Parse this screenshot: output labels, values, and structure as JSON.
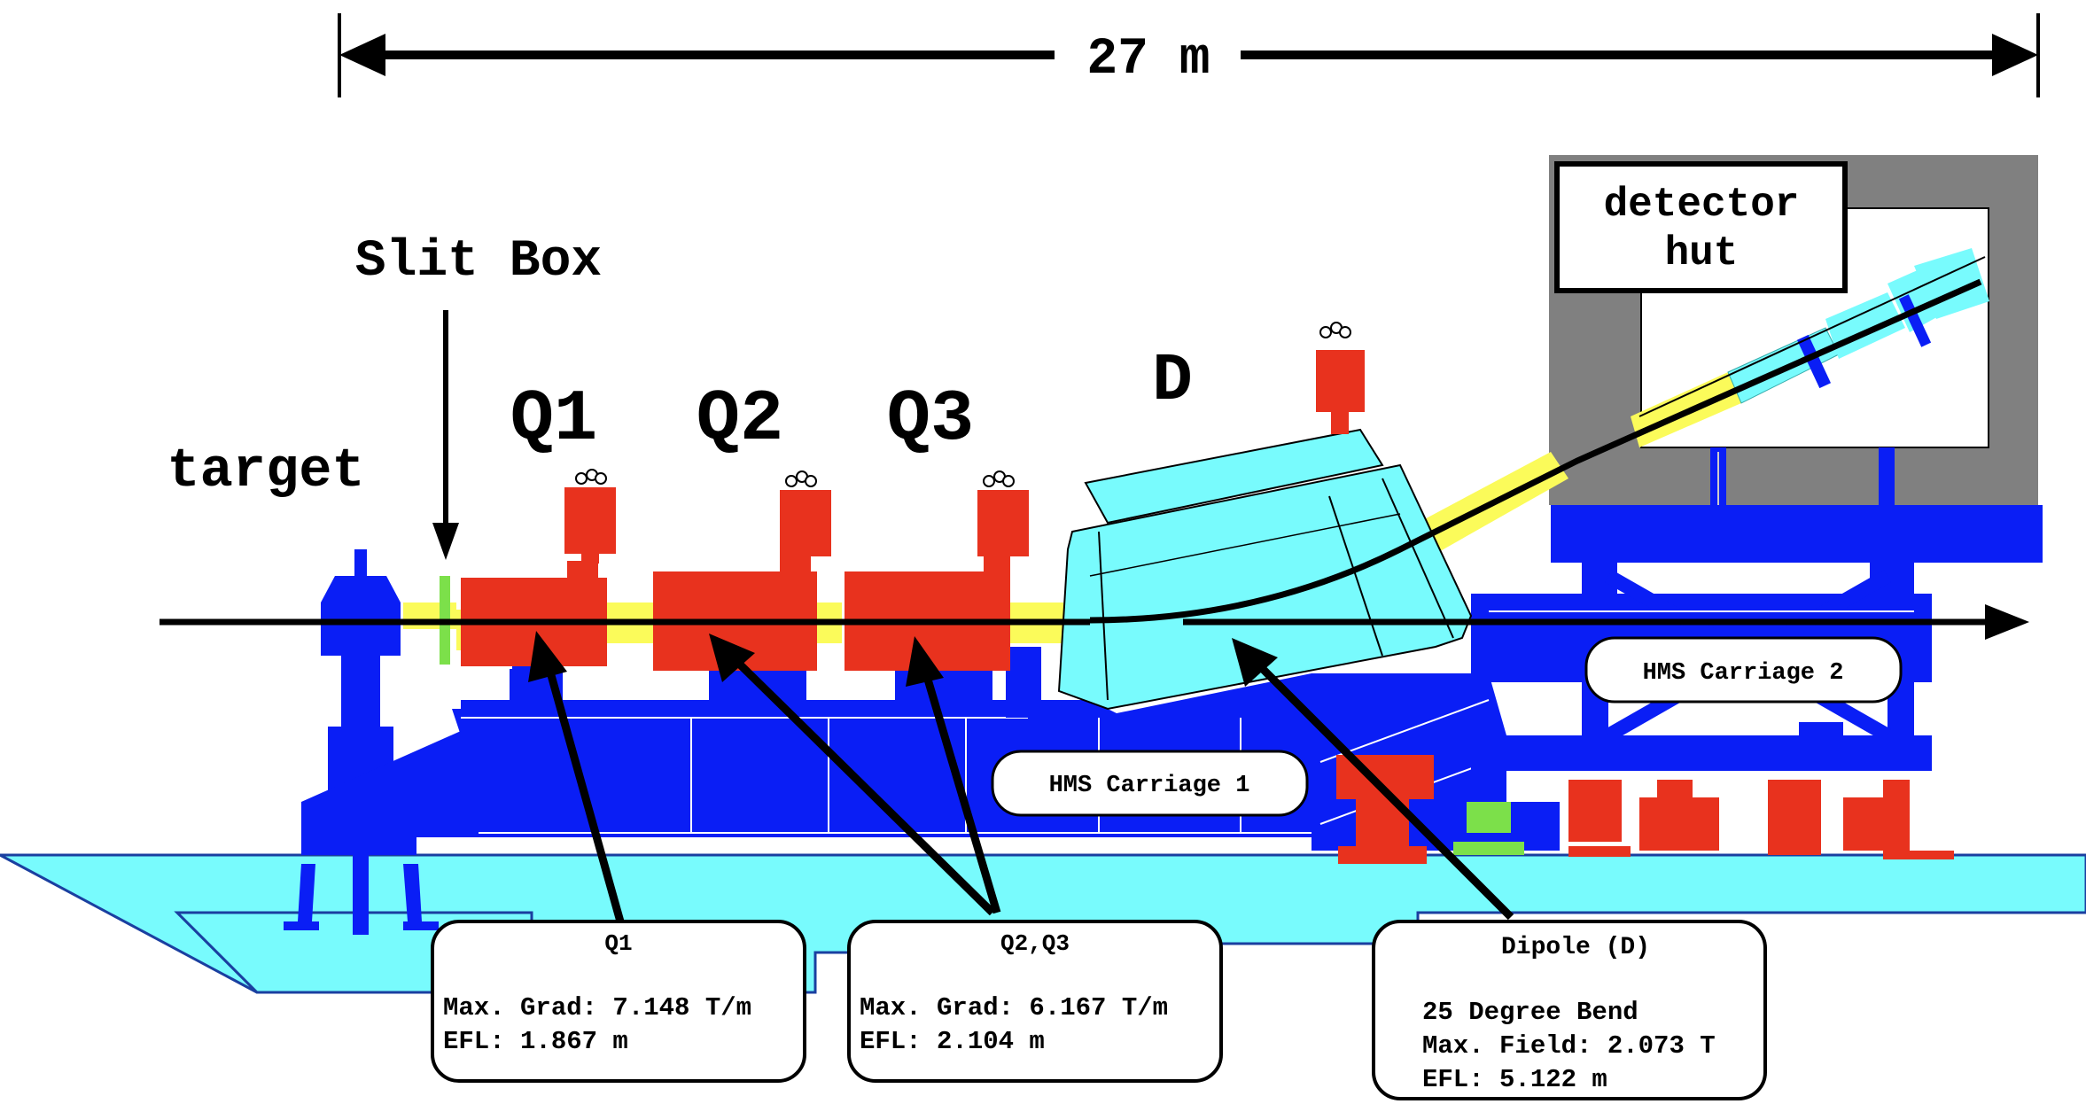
{
  "dimension": {
    "label": "27 m"
  },
  "labels": {
    "slit_box": "Slit Box",
    "target": "target",
    "q1": "Q1",
    "q2": "Q2",
    "q3": "Q3",
    "dipole": "D",
    "detector_hut_line1": "detector",
    "detector_hut_line2": "hut",
    "carriage1": "HMS Carriage 1",
    "carriage2": "HMS Carriage 2"
  },
  "info_boxes": {
    "q1": {
      "title": "Q1",
      "lines": [
        "Max. Grad: 7.148 T/m",
        "EFL: 1.867 m"
      ]
    },
    "q23": {
      "title": "Q2,Q3",
      "lines": [
        "Max. Grad: 6.167 T/m",
        "EFL: 2.104 m"
      ]
    },
    "dipole": {
      "title": "Dipole (D)",
      "lines": [
        "25 Degree Bend",
        "Max. Field: 2.073 T",
        "EFL: 5.122 m"
      ]
    }
  },
  "colors": {
    "magnet_red": "#e8321e",
    "support_blue": "#0a1ef5",
    "floor_cyan": "#78fbfd",
    "beam_yellow": "#fbfb5a",
    "hut_gray": "#808080",
    "slit_green": "#7ce04a"
  }
}
